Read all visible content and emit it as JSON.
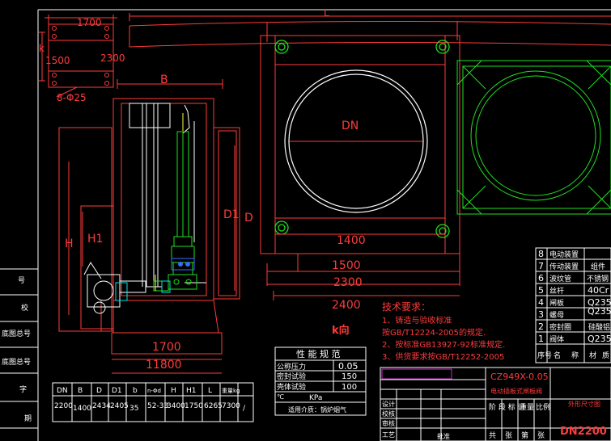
{
  "dims": {
    "d1700_top": "1700",
    "d1500": "1500",
    "d2300_top": "2300",
    "k_left": "k",
    "holes": "8-Φ25",
    "B": "B",
    "DN": "DN",
    "H": "H",
    "H1": "H1",
    "D1": "D1",
    "D": "D",
    "d1400": "1400",
    "d1500_bottom": "1500",
    "d2300_bottom": "2300",
    "d2400": "2400",
    "d1700_bottom": "1700",
    "d11800": "11800",
    "k_view": "k向",
    "L": "L"
  },
  "specs_table": {
    "col1": [
      "DN",
      "2200"
    ],
    "col2": [
      "B",
      "1400"
    ],
    "col3": [
      "D",
      "2434"
    ],
    "col4": [
      "D1",
      "2405"
    ],
    "col5": [
      "b",
      "35"
    ],
    "col6": [
      "n-Φd",
      "52-33"
    ],
    "col7": [
      "H",
      "3400"
    ],
    "col8": [
      "H1",
      "1750"
    ],
    "col9": [
      "L",
      "6265"
    ],
    "col10": [
      "重量kg",
      "7300"
    ],
    "col11": [
      "",
      "/"
    ]
  },
  "performance": {
    "title": "性 能 规 范",
    "rows": [
      {
        "label": "公称压力",
        "value": "0.05"
      },
      {
        "label": "密封试验",
        "value": "150"
      },
      {
        "label": "壳体试验",
        "value": "100"
      },
      {
        "label": "℃",
        "value": ""
      }
    ],
    "unit": "KPa",
    "medium": "适用介质：锅炉烟气"
  },
  "tech": {
    "heading": "技术要求：",
    "lines": [
      "1、铸造与验收标准",
      "按GB/T12224-2005的规定.",
      "2、按标准GB13927-92标准规定.",
      "3、供货要求按GB/T12252-2005"
    ]
  },
  "parts_list": {
    "rows": [
      {
        "no": "8",
        "name": "电动装置",
        "extra": ""
      },
      {
        "no": "7",
        "name": "传动装置",
        "extra": "组件"
      },
      {
        "no": "6",
        "name": "波纹管",
        "extra": "不锈钢"
      },
      {
        "no": "5",
        "name": "丝杆",
        "extra": "40Cr"
      },
      {
        "no": "4",
        "name": "闸板",
        "extra": "Q235"
      },
      {
        "no": "3",
        "name": "螺母",
        "extra": "Q235"
      },
      {
        "no": "2",
        "name": "密封圈",
        "extra": "硅酸铝"
      },
      {
        "no": "1",
        "name": "阀体",
        "extra": "Q235"
      }
    ],
    "footer": [
      "序号",
      "名",
      "称",
      "材",
      "质"
    ]
  },
  "left_labels": [
    "号",
    "校",
    "底图总号",
    "底图总号",
    "字",
    "期"
  ],
  "title_block": {
    "model": "CZ949X-0.05",
    "desc": "电动插板式闸板阀",
    "stage": "阶 段 标 记",
    "weight": "重量",
    "scale": "比例",
    "sheets": [
      "共",
      "张",
      "第",
      "张"
    ],
    "title": "外形尺寸图",
    "size": "DN2200",
    "left_rows": [
      "设计",
      "校核",
      "审核",
      "工艺"
    ],
    "approve": "批准"
  },
  "colors": {
    "red": "#ff3b3b",
    "white": "#ffffff",
    "green": "#1fe01f",
    "yellow": "#ffff33",
    "cyan": "#00e5e5",
    "blue": "#3a6bff",
    "magenta": "#ff33ff"
  }
}
